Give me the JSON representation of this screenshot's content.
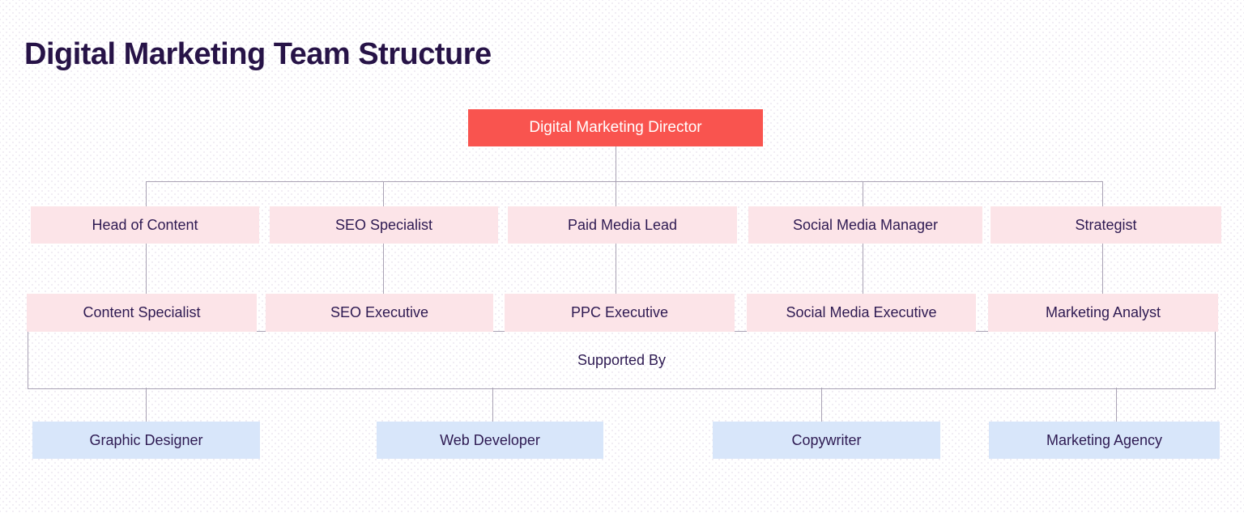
{
  "title": "Digital Marketing Team Structure",
  "org": {
    "root": {
      "label": "Digital Marketing Director"
    },
    "managers": [
      {
        "label": "Head of Content"
      },
      {
        "label": "SEO Specialist"
      },
      {
        "label": "Paid Media Lead"
      },
      {
        "label": "Social Media Manager"
      },
      {
        "label": "Strategist"
      }
    ],
    "executives": [
      {
        "label": "Content Specialist"
      },
      {
        "label": "SEO Executive"
      },
      {
        "label": "PPC Executive"
      },
      {
        "label": "Social Media Executive"
      },
      {
        "label": "Marketing Analyst"
      }
    ],
    "supported_by": {
      "label": "Supported By"
    },
    "support_roles": [
      {
        "label": "Graphic Designer"
      },
      {
        "label": "Web Developer"
      },
      {
        "label": "Copywriter"
      },
      {
        "label": "Marketing Agency"
      }
    ]
  },
  "colors": {
    "director_bg": "#F9544F",
    "director_text": "#FFFFFF",
    "role_bg": "#FCE4E8",
    "support_bg": "#D8E6FA",
    "text": "#2E1A52",
    "title_text": "#271347",
    "connector": "#A9A2B4"
  }
}
